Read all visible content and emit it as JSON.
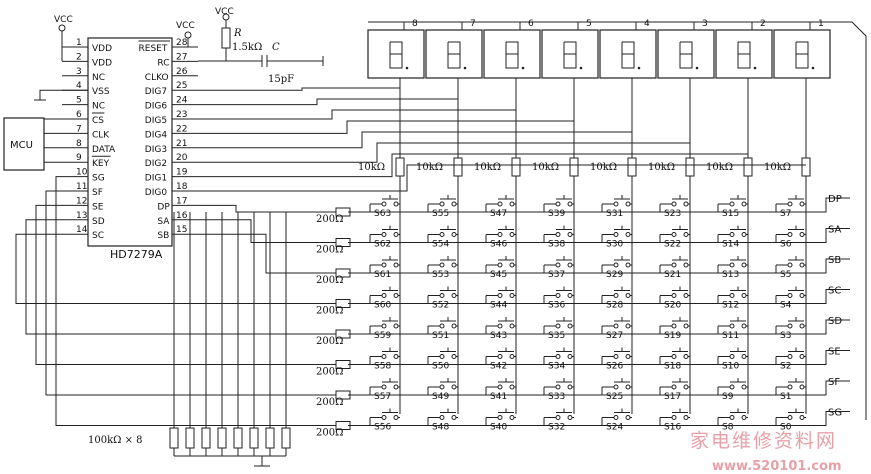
{
  "chip": {
    "name": "HD7279A",
    "left_pins": [
      {
        "num": "1",
        "name": "VDD"
      },
      {
        "num": "2",
        "name": "VDD"
      },
      {
        "num": "3",
        "name": "NC"
      },
      {
        "num": "4",
        "name": "VSS"
      },
      {
        "num": "5",
        "name": "NC"
      },
      {
        "num": "6",
        "name": "CS"
      },
      {
        "num": "7",
        "name": "CLK"
      },
      {
        "num": "8",
        "name": "DATA"
      },
      {
        "num": "9",
        "name": "KEY"
      },
      {
        "num": "10",
        "name": "SG"
      },
      {
        "num": "11",
        "name": "SF"
      },
      {
        "num": "12",
        "name": "SE"
      },
      {
        "num": "13",
        "name": "SD"
      },
      {
        "num": "14",
        "name": "SC"
      }
    ],
    "right_pins": [
      {
        "num": "28",
        "name": "RESET"
      },
      {
        "num": "27",
        "name": "RC"
      },
      {
        "num": "26",
        "name": "CLKO"
      },
      {
        "num": "25",
        "name": "DIG7"
      },
      {
        "num": "24",
        "name": "DIG6"
      },
      {
        "num": "23",
        "name": "DIG5"
      },
      {
        "num": "22",
        "name": "DIG4"
      },
      {
        "num": "21",
        "name": "DIG3"
      },
      {
        "num": "20",
        "name": "DIG2"
      },
      {
        "num": "19",
        "name": "DIG1"
      },
      {
        "num": "18",
        "name": "DIG0"
      },
      {
        "num": "17",
        "name": "DP"
      },
      {
        "num": "16",
        "name": "SA"
      },
      {
        "num": "15",
        "name": "SB"
      }
    ]
  },
  "mcu_label": "MCU",
  "vcc_label": "VCC",
  "rc": {
    "r_name": "R",
    "r_value": "1.5kΩ",
    "c_name": "C",
    "c_value": "15pF"
  },
  "digits": [
    "8",
    "7",
    "6",
    "5",
    "4",
    "3",
    "2",
    "1"
  ],
  "column_resistor": "10kΩ",
  "segment_labels": [
    "DP",
    "SA",
    "SB",
    "SC",
    "SD",
    "SE",
    "SF",
    "SG"
  ],
  "series_resistor": "200Ω",
  "pulldown_label": "100kΩ × 8",
  "switch_rows": [
    [
      "S63",
      "S55",
      "S47",
      "S39",
      "S31",
      "S23",
      "S15",
      "S7"
    ],
    [
      "S62",
      "S54",
      "S46",
      "S38",
      "S30",
      "S22",
      "S14",
      "S6"
    ],
    [
      "S61",
      "S53",
      "S45",
      "S37",
      "S29",
      "S21",
      "S13",
      "S5"
    ],
    [
      "S60",
      "S52",
      "S44",
      "S36",
      "S28",
      "S20",
      "S12",
      "S4"
    ],
    [
      "S59",
      "S51",
      "S43",
      "S35",
      "S27",
      "S19",
      "S11",
      "S3"
    ],
    [
      "S58",
      "S50",
      "S42",
      "S34",
      "S26",
      "S18",
      "S10",
      "S2"
    ],
    [
      "S57",
      "S49",
      "S41",
      "S33",
      "S25",
      "S17",
      "S9",
      "S1"
    ],
    [
      "S56",
      "S48",
      "S40",
      "S32",
      "S24",
      "S16",
      "S8",
      "S0"
    ]
  ],
  "watermark": {
    "cn": "家电维修资料网",
    "url": "www.520101.com"
  },
  "colors": {
    "ink": "#111111",
    "watermark": "#e8a0a8"
  }
}
